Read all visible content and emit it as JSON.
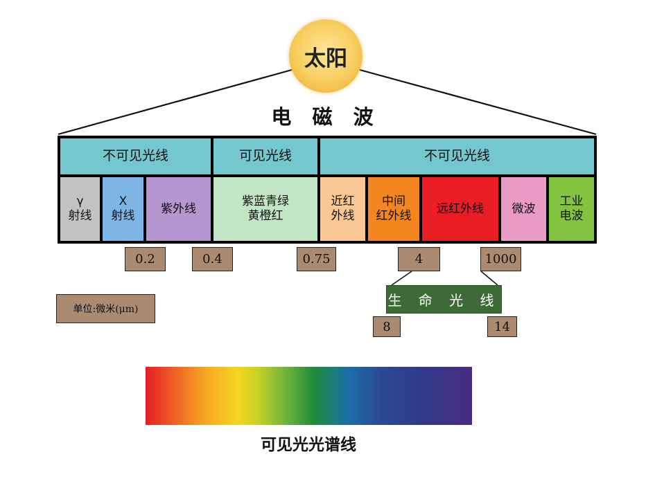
{
  "sun": {
    "label": "太阳"
  },
  "title": "电 磁 波",
  "header_row": {
    "left": "不可见光线",
    "middle": "可见光线",
    "right": "不可见光线"
  },
  "bands": [
    {
      "line1": "γ",
      "line2": "射线",
      "color": "#c2c2c2"
    },
    {
      "line1": "X",
      "line2": "射线",
      "color": "#7db6e4"
    },
    {
      "line1": "紫外线",
      "line2": "",
      "color": "#b696cf"
    },
    {
      "line1": "紫蓝青绿",
      "line2": "黄橙红",
      "color": "#c2e6c5"
    },
    {
      "line1": "近红",
      "line2": "外线",
      "color": "#fac691"
    },
    {
      "line1": "中间",
      "line2": "红外线",
      "color": "#f4861f"
    },
    {
      "line1": "远红外线",
      "line2": "",
      "color": "#ea1d24"
    },
    {
      "line1": "微波",
      "line2": "",
      "color": "#e99bc5"
    },
    {
      "line1": "工业",
      "line2": "电波",
      "color": "#83c341"
    }
  ],
  "boundaries": [
    "0.2",
    "0.4",
    "0.75",
    "4",
    "1000"
  ],
  "life_rays": {
    "label": "生 命 光 线",
    "min": "8",
    "max": "14"
  },
  "unit": "单位:微米(μm)",
  "spectrum_label": "可见光光谱线"
}
